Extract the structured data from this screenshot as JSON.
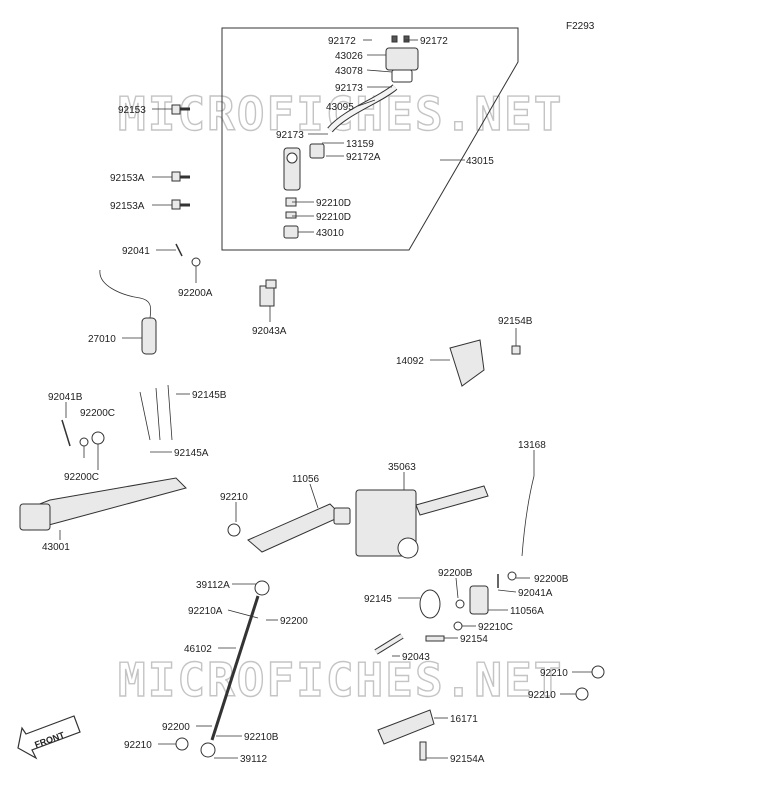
{
  "figure_code": "F2293",
  "watermark": "MICROFICHES.NET",
  "front_arrow_label": "FRONT",
  "labels": {
    "p92172_l": "92172",
    "p92172_r": "92172",
    "p43026": "43026",
    "p43078": "43078",
    "p92173_a": "92173",
    "p43095": "43095",
    "p92173_b": "92173",
    "p13159": "13159",
    "p92172A": "92172A",
    "p43015": "43015",
    "p92210D_a": "92210D",
    "p92210D_b": "92210D",
    "p43010": "43010",
    "p92153": "92153",
    "p92153A_a": "92153A",
    "p92153A_b": "92153A",
    "p92041": "92041",
    "p92200A": "92200A",
    "p92043A": "92043A",
    "p27010": "27010",
    "p92154B": "92154B",
    "p14092": "14092",
    "p92041B": "92041B",
    "p92200C_a": "92200C",
    "p92200C_b": "92200C",
    "p92145B": "92145B",
    "p92145A": "92145A",
    "p43001": "43001",
    "p92210_a": "92210",
    "p11056": "11056",
    "p35063": "35063",
    "p13168": "13168",
    "p92200B_a": "92200B",
    "p92200B_b": "92200B",
    "p92041A": "92041A",
    "p11056A": "11056A",
    "p92145": "92145",
    "p92210C": "92210C",
    "p92154": "92154",
    "p92043": "92043",
    "p39112A": "39112A",
    "p92210A": "92210A",
    "p92200_a": "92200",
    "p46102": "46102",
    "p92200_b": "92200",
    "p92210B": "92210B",
    "p92210_b": "92210",
    "p39112": "39112",
    "p16171": "16171",
    "p92154A": "92154A",
    "p92210_c": "92210",
    "p92210_d": "92210"
  }
}
